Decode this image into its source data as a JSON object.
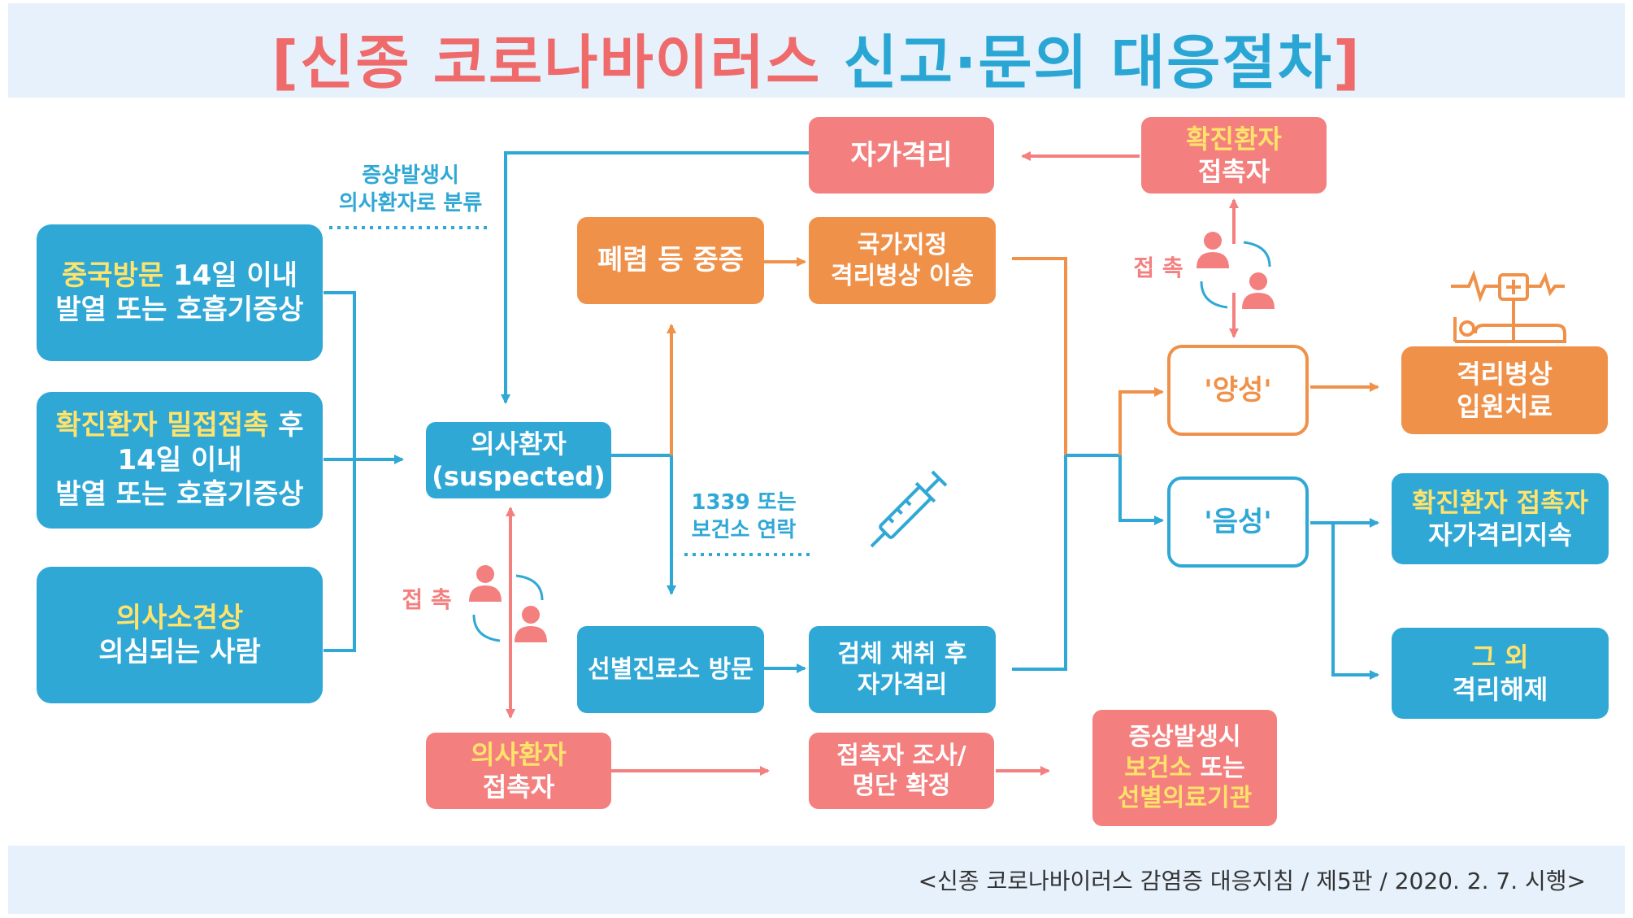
{
  "title": {
    "bracket_open": "[",
    "red_part": "신종 코로나바이러스",
    "blue_part": "신고·문의 대응절차",
    "bracket_close": "]"
  },
  "boxes": {
    "china_visit": {
      "highlight": "중국방문",
      "line1_rest": " 14일 이내",
      "line2": "발열 또는 호흡기증상"
    },
    "close_contact": {
      "highlight": "확진환자 밀접접촉",
      "line1_rest": " 후",
      "line2": "14일 이내",
      "line3": "발열 또는 호흡기증상"
    },
    "doctor_suspicion": {
      "highlight": "의사소견상",
      "line2": "의심되는 사람"
    },
    "suspected": {
      "line1": "의사환자",
      "line2": "(suspected)"
    },
    "suspected_contact": {
      "line1": "의사환자",
      "line2": "접촉자"
    },
    "self_quarantine": {
      "line1": "자가격리"
    },
    "pneumonia": {
      "line1": "폐렴 등 중증"
    },
    "national_ward": {
      "line1": "국가지정",
      "line2": "격리병상 이송"
    },
    "screening_clinic": {
      "line1": "선별진료소 방문"
    },
    "sample_collection": {
      "line1": "검체 채취 후",
      "line2": "자가격리"
    },
    "contact_survey": {
      "line1": "접촉자 조사/",
      "line2": "명단 확정"
    },
    "symptom_report": {
      "line1": "증상발생시",
      "highlight": "보건소",
      "line2_rest": " 또는",
      "line3": "선별의료기관"
    },
    "confirmed_contact": {
      "line1": "확진환자",
      "line2": "접촉자"
    },
    "positive": {
      "line1": "'양성'"
    },
    "negative": {
      "line1": "'음성'"
    },
    "isolation_ward": {
      "line1": "격리병상",
      "line2": "입원치료"
    },
    "continue_quarantine": {
      "highlight": "확진환자 접촉자",
      "line2": "자가격리지속"
    },
    "others": {
      "highlight": "그 외",
      "line2": "격리해제"
    }
  },
  "labels": {
    "reclassify": {
      "line1": "증상발생시",
      "line2": "의사환자로 분류"
    },
    "contact_call": {
      "line1": "1339 또는",
      "line2": "보건소 연락"
    },
    "contact_left": "접 촉",
    "contact_right": "접 촉"
  },
  "footer": {
    "source": "<신종 코로나바이러스 감염증 대응지침 / 제5판 / 2020. 2. 7. 시행>"
  },
  "colors": {
    "blue": "#30a8d6",
    "pink": "#f47f7f",
    "orange": "#f0914a",
    "highlight": "#ffe36a",
    "bg_band": "#e6f1fb"
  },
  "icons": [
    "people-exchange-icon",
    "syringe-icon",
    "hospital-bed-icon"
  ]
}
